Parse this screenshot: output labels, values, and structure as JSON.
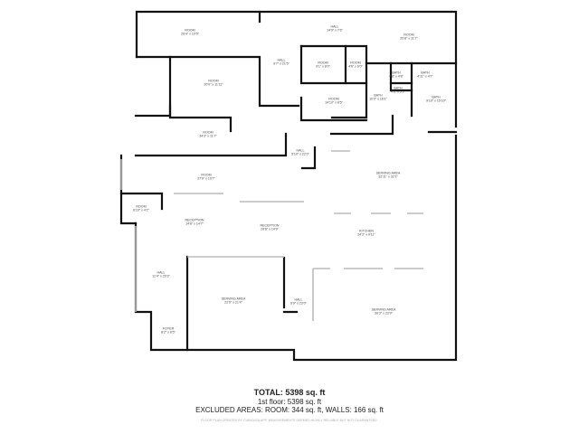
{
  "rooms": [
    {
      "name": "ROOM",
      "dims": "26'4\" x 10'5\""
    },
    {
      "name": "HALL",
      "dims": "14'9\" x 7'6\""
    },
    {
      "name": "ROOM",
      "dims": "20'8\" x 11'7\""
    },
    {
      "name": "HALL",
      "dims": "9'7\" x 21'5\""
    },
    {
      "name": "ROOM",
      "dims": "9'1\" x 8'0\""
    },
    {
      "name": "ROOM",
      "dims": "4'6\" x 6'0\""
    },
    {
      "name": "ROOM",
      "dims": "20'0\" x 11'11\""
    },
    {
      "name": "BATH",
      "dims": "4'8\" x 4'8\""
    },
    {
      "name": "BATH",
      "dims": "4'11\" x 4'7\""
    },
    {
      "name": "BATH",
      "dims": "4'8\" x 3'0\""
    },
    {
      "name": "BATH",
      "dims": "10'0\" x 16'1\""
    },
    {
      "name": "BATH",
      "dims": "9'10\" x 15'10\""
    },
    {
      "name": "ROOM",
      "dims": "14'10\" x 8'5\""
    },
    {
      "name": "ROOM",
      "dims": "34'3\" x 11'7\""
    },
    {
      "name": "HALL",
      "dims": "5'10\" x 22'0\""
    },
    {
      "name": "SERVING AREA",
      "dims": "32'11\" x 32'1\""
    },
    {
      "name": "ROOM",
      "dims": "37'9\" x 10'7\""
    },
    {
      "name": "ROOM",
      "dims": "6'10\" x 4'2\""
    },
    {
      "name": "RECEPTION",
      "dims": "14'8\" x 14'7\""
    },
    {
      "name": "RECEPTION",
      "dims": "20'8\" x 14'9\""
    },
    {
      "name": "KITCHEN",
      "dims": "24'3\" x 9'11\""
    },
    {
      "name": "HALL",
      "dims": "11'4\" x 20'3\""
    },
    {
      "name": "SERVING AREA",
      "dims": "22'0\" x 21'4\""
    },
    {
      "name": "HALL",
      "dims": "6'9\" x 23'0\""
    },
    {
      "name": "SERVING AREA",
      "dims": "30'3\" x 23'9\""
    },
    {
      "name": "FOYER",
      "dims": "8'2\" x 8'5\""
    }
  ],
  "summary": {
    "total": "TOTAL: 5398 sq. ft",
    "floor": "1st floor: 5398 sq. ft",
    "excluded": "EXCLUDED AREAS: ROOM: 344 sq. ft, WALLS: 166 sq. ft",
    "disclaimer": "FLOOR PLAN CREATED BY CUBICASA APP. MEASUREMENTS DEEMED HIGHLY RELIABLE BUT NOT GUARANTEED."
  }
}
